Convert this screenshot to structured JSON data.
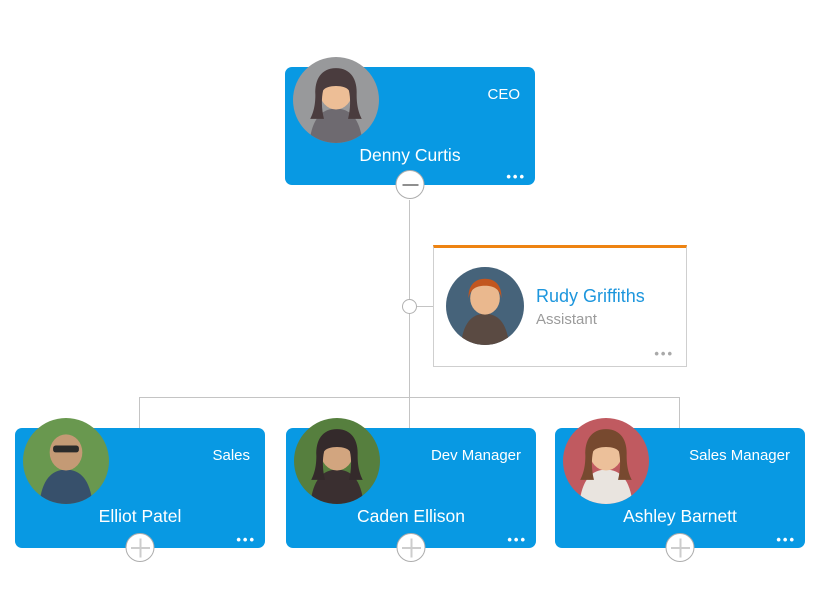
{
  "canvas": {
    "background": "#ffffff"
  },
  "theme": {
    "node_fill": "#0899E3",
    "node_text_color": "#FFFFFF",
    "assistant_accent": "#EE8311",
    "assistant_name_color": "#1D96DD",
    "assistant_role_color": "#9B9B9B",
    "connector_color": "#C4C4C4"
  },
  "icons": {
    "more_glyph": "•••"
  },
  "nodes": {
    "ceo": {
      "name": "Denny Curtis",
      "role": "CEO",
      "avatar": {
        "style": "long",
        "bg": "#98999b",
        "hair": "#4a3c3e",
        "skin": "#edbe96",
        "shirt": "#6e6a70"
      }
    },
    "assistant": {
      "name": "Rudy Griffiths",
      "role": "Assistant",
      "avatar": {
        "style": "short",
        "bg": "#46637a",
        "hair": "#c2561f",
        "skin": "#eab88e",
        "shirt": "#5a4a42"
      }
    },
    "children": [
      {
        "name": "Elliot Patel",
        "role": "Sales",
        "avatar": {
          "style": "bald",
          "bg": "#69984f",
          "hair": "transparent",
          "skin": "#c49a75",
          "shirt": "#37506b"
        }
      },
      {
        "name": "Caden Ellison",
        "role": "Dev Manager",
        "avatar": {
          "style": "long",
          "bg": "#567f3e",
          "hair": "#342a2b",
          "skin": "#d2a57f",
          "shirt": "#3a2f30"
        }
      },
      {
        "name": "Ashley Barnett",
        "role": "Sales Manager",
        "avatar": {
          "style": "long",
          "bg": "#c05a60",
          "hair": "#77492f",
          "skin": "#ecc09a",
          "shirt": "#e9e4df"
        }
      }
    ]
  }
}
